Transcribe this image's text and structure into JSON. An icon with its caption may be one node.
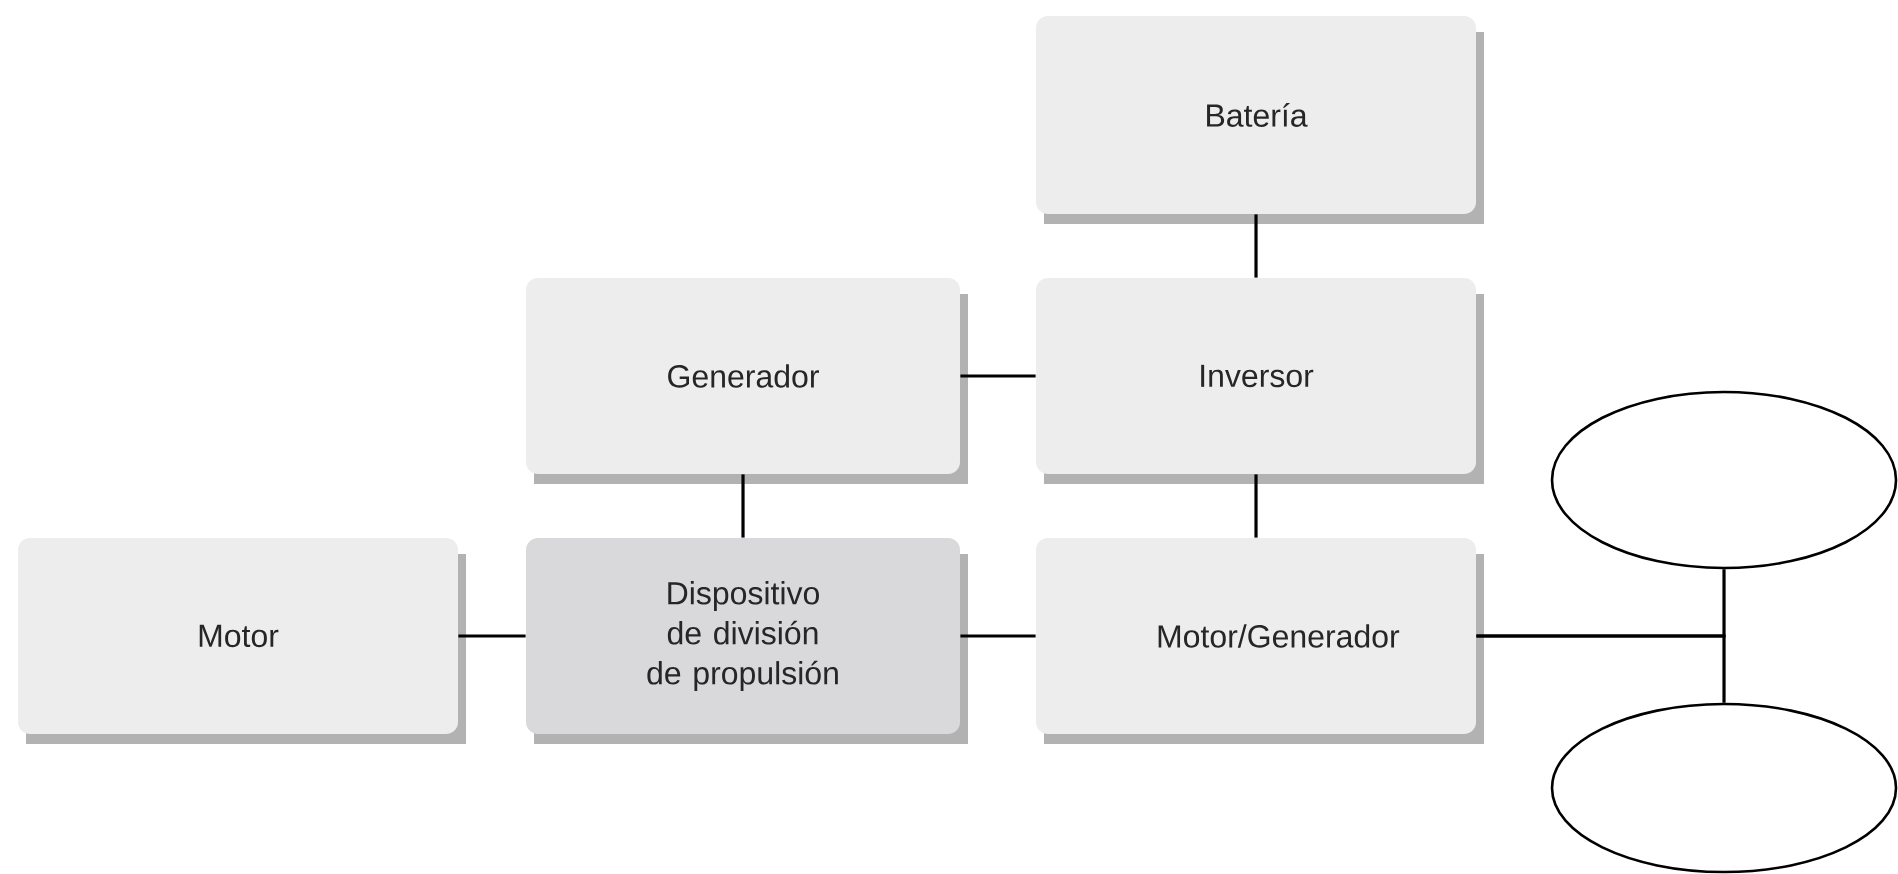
{
  "diagram": {
    "nodes": [
      {
        "text": [
          "Batería"
        ]
      },
      {
        "text": [
          "Generador"
        ]
      },
      {
        "text": [
          "Inversor"
        ]
      },
      {
        "text": [
          "Motor"
        ]
      },
      {
        "text": [
          "Dispositivo de división de propulsión"
        ]
      },
      {
        "text": [
          "Motor/Generador"
        ]
      },
      {
        "text": [],
        "shape": "ellipse"
      },
      {
        "text": [],
        "shape": "ellipse"
      }
    ],
    "edges": [
      {
        "from": 0,
        "to": 2,
        "arrow": "none"
      },
      {
        "from": 1,
        "to": 2,
        "arrow": "none"
      },
      {
        "from": 1,
        "to": 4,
        "arrow": "none"
      },
      {
        "from": 2,
        "to": 5,
        "arrow": "none"
      },
      {
        "from": 3,
        "to": 4,
        "arrow": "none"
      },
      {
        "from": 4,
        "to": 5,
        "arrow": "none"
      },
      {
        "from": 5,
        "to": 6,
        "arrow": "none"
      },
      {
        "from": 5,
        "to": 7,
        "arrow": "none"
      }
    ]
  }
}
